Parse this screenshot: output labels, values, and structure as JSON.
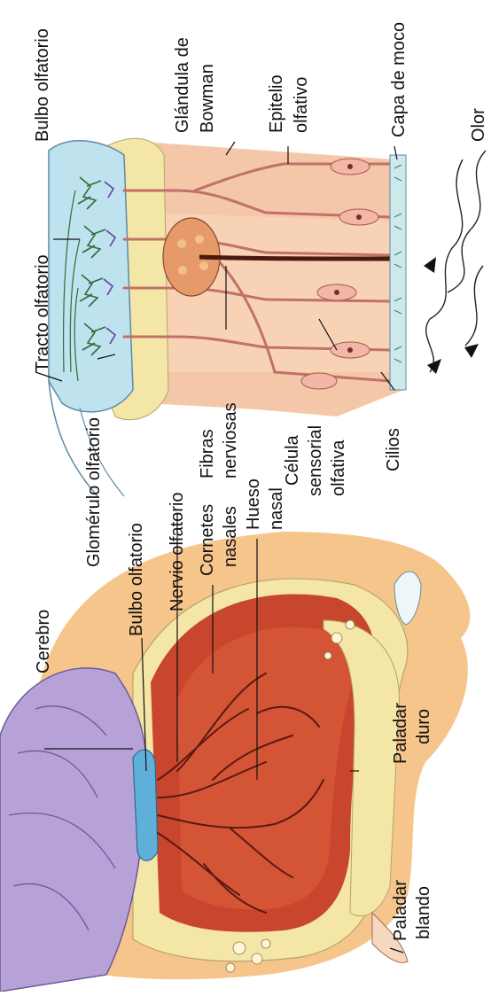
{
  "labels": {
    "tracto_olfatorio": "Tracto olfatorio",
    "bulbo_olfatorio_top": "Bulbo olfatorio",
    "glandula": [
      "Glándula de",
      "Bowman"
    ],
    "epitelio": [
      "Epitelio",
      "olfativo"
    ],
    "capa_moco": "Capa de moco",
    "olor": "Olor",
    "glomerulo": "Glomérulo olfatorio",
    "fibras": [
      "Fibras",
      "nerviosas"
    ],
    "celula": [
      "Célula",
      "sensorial",
      "olfativa"
    ],
    "cilios": "Cilios",
    "cerebro": "Cerebro",
    "bulbo_olfatorio_bottom": "Bulbo olfatorio",
    "nervio": "Nervio olfatorio",
    "cornetes": [
      "Cornetes",
      "nasales"
    ],
    "hueso": [
      "Hueso",
      "nasal"
    ],
    "paladar_duro": [
      "Paladar",
      "duro"
    ],
    "paladar_blando": [
      "Paladar",
      "blando"
    ]
  },
  "colors": {
    "bulb_blue": "#bfe3ee",
    "bone_yellow": "#f3e6a6",
    "epithelium": "#f4c7a8",
    "cavity_red": "#c8462e",
    "brain_purple": "#b7a2d8"
  }
}
